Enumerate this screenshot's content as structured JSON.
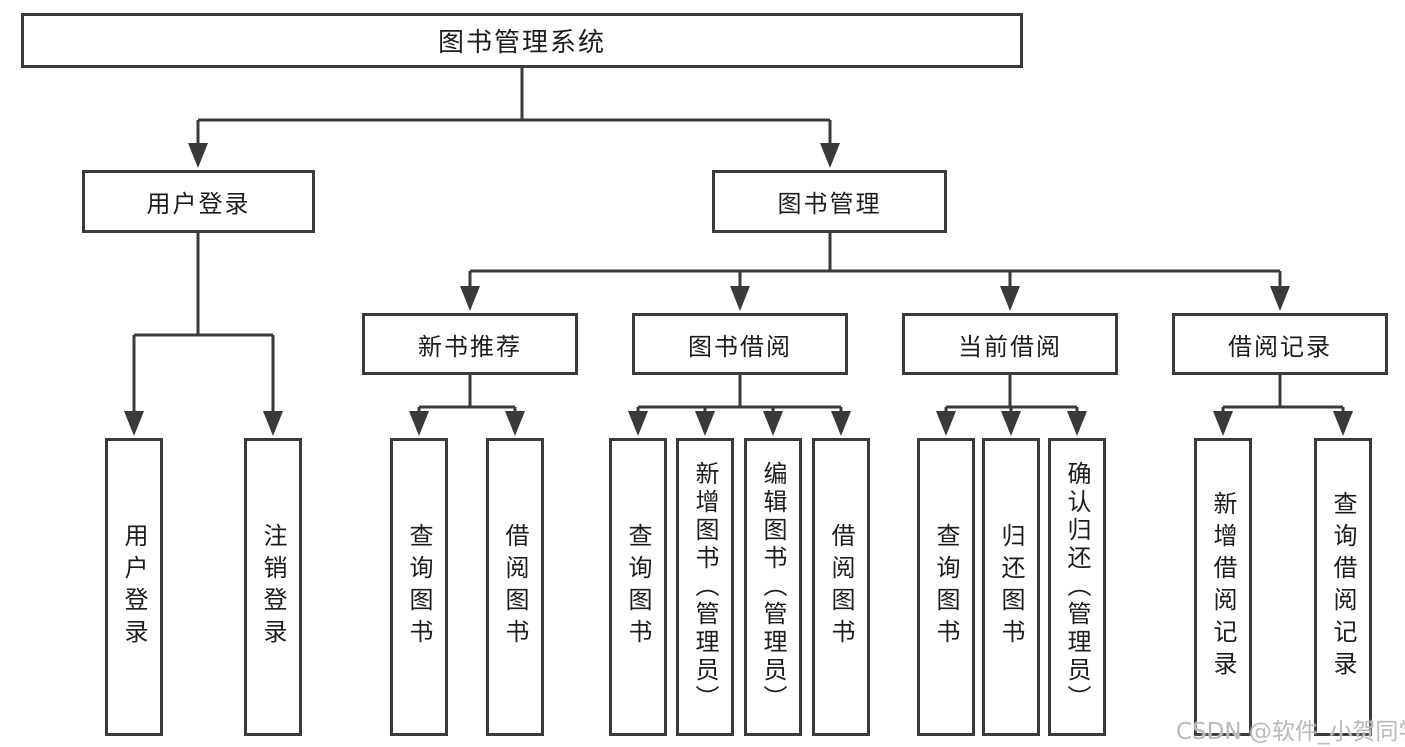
{
  "colors": {
    "line": "#3a3a3a",
    "border": "#3a3a3a",
    "text": "#1d1d1d",
    "watermark_text": "#b9b9b9",
    "background": "#ffffff"
  },
  "root": {
    "label": "图书管理系统"
  },
  "level1": {
    "user_login": {
      "label": "用户登录"
    },
    "book_mgmt": {
      "label": "图书管理"
    }
  },
  "level2": {
    "new_books": {
      "label": "新书推荐"
    },
    "book_borrow": {
      "label": "图书借阅"
    },
    "current_borrow": {
      "label": "当前借阅"
    },
    "borrow_records": {
      "label": "借阅记录"
    }
  },
  "leaves": {
    "user_login_leaf": {
      "label": "用户登录"
    },
    "logout": {
      "label": "注销登录"
    },
    "nb_query": {
      "label": "查询图书"
    },
    "nb_borrow": {
      "label": "借阅图书"
    },
    "bb_query": {
      "label": "查询图书"
    },
    "bb_add": {
      "label": "新增图书（管理员）"
    },
    "bb_edit": {
      "label": "编辑图书（管理员）"
    },
    "bb_borrow": {
      "label": "借阅图书"
    },
    "cb_query": {
      "label": "查询图书"
    },
    "cb_return": {
      "label": "归还图书"
    },
    "cb_confirm": {
      "label": "确认归还（管理员）"
    },
    "br_add": {
      "label": "新增借阅记录"
    },
    "br_query": {
      "label": "查询借阅记录"
    }
  },
  "watermark": {
    "label": "CSDN @软件_小贺同学"
  }
}
